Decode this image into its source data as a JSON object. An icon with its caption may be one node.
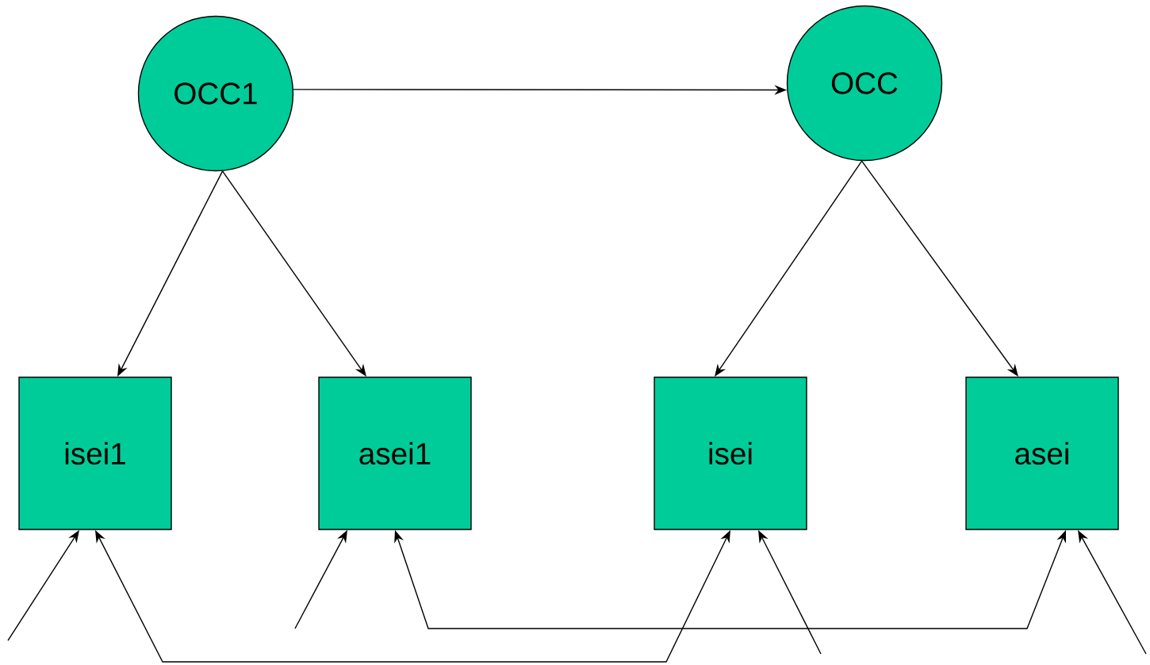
{
  "diagram": {
    "nodes": [
      {
        "text": [
          "OCC1"
        ]
      },
      {
        "text": [
          "OCC"
        ]
      },
      {
        "text": [
          "isei1"
        ]
      },
      {
        "text": [
          "asei1"
        ]
      },
      {
        "text": [
          "isei"
        ]
      },
      {
        "text": [
          "asei"
        ]
      }
    ],
    "edges": [
      {
        "from": 0,
        "to": 1,
        "arrow": "to"
      },
      {
        "from": 0,
        "to": 2,
        "arrow": "to"
      },
      {
        "from": 0,
        "to": 3,
        "arrow": "to"
      },
      {
        "from": 1,
        "to": 4,
        "arrow": "to"
      },
      {
        "from": 1,
        "to": 5,
        "arrow": "to"
      },
      {
        "from": null,
        "to": 2,
        "arrow": "to"
      },
      {
        "from": null,
        "to": 3,
        "arrow": "to"
      },
      {
        "from": null,
        "to": 4,
        "arrow": "to"
      },
      {
        "from": null,
        "to": 5,
        "arrow": "to"
      },
      {
        "from": 2,
        "to": 4,
        "arrow": "both"
      },
      {
        "from": 3,
        "to": 5,
        "arrow": "both"
      }
    ]
  }
}
